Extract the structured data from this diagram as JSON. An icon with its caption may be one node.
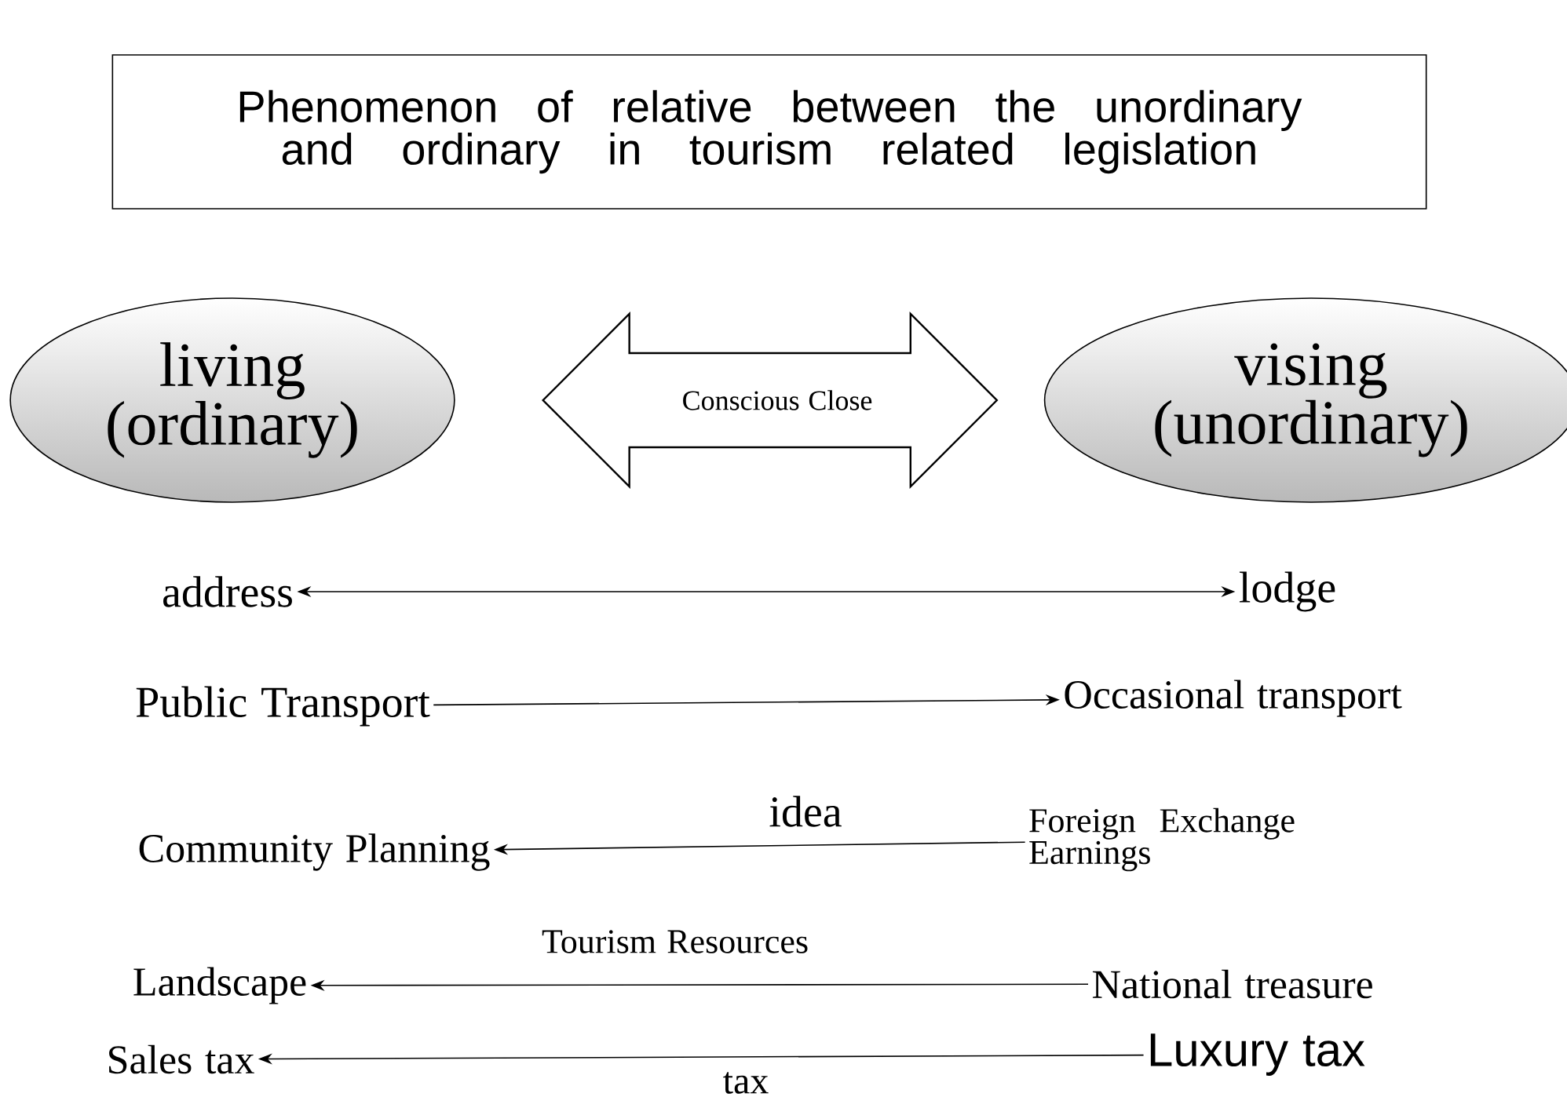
{
  "diagram": {
    "nodes": [
      {
        "text": [
          "Phenomenon of relative between the unordinary and ordinary in tourism related legislation"
        ]
      },
      {
        "text": [
          "living (ordinary)"
        ]
      },
      {
        "text": [
          "vising (unordinary)"
        ]
      },
      {
        "text": [
          "address"
        ]
      },
      {
        "text": [
          "lodge"
        ]
      },
      {
        "text": [
          "Public Transport"
        ]
      },
      {
        "text": [
          "Occasional transport"
        ]
      },
      {
        "text": [
          "Community Planning"
        ]
      },
      {
        "text": [
          "Foreign Exchange Earnings"
        ]
      },
      {
        "text": [
          "Landscape"
        ]
      },
      {
        "text": [
          "National treasure"
        ]
      },
      {
        "text": [
          "Sales tax"
        ]
      },
      {
        "text": [
          "Luxury tax"
        ]
      }
    ],
    "edges": [
      {
        "from": 1,
        "to": 2,
        "arrow": "both",
        "label": "Conscious Close",
        "style": "thick"
      },
      {
        "from": 3,
        "to": 4,
        "arrow": "both"
      },
      {
        "from": 5,
        "to": 6,
        "arrow": "to"
      },
      {
        "from": 8,
        "to": 7,
        "arrow": "to",
        "label": "idea"
      },
      {
        "from": 10,
        "to": 9,
        "arrow": "to",
        "label": "Tourism Resources"
      },
      {
        "from": 12,
        "to": 11,
        "arrow": "to",
        "label": "tax"
      }
    ]
  }
}
